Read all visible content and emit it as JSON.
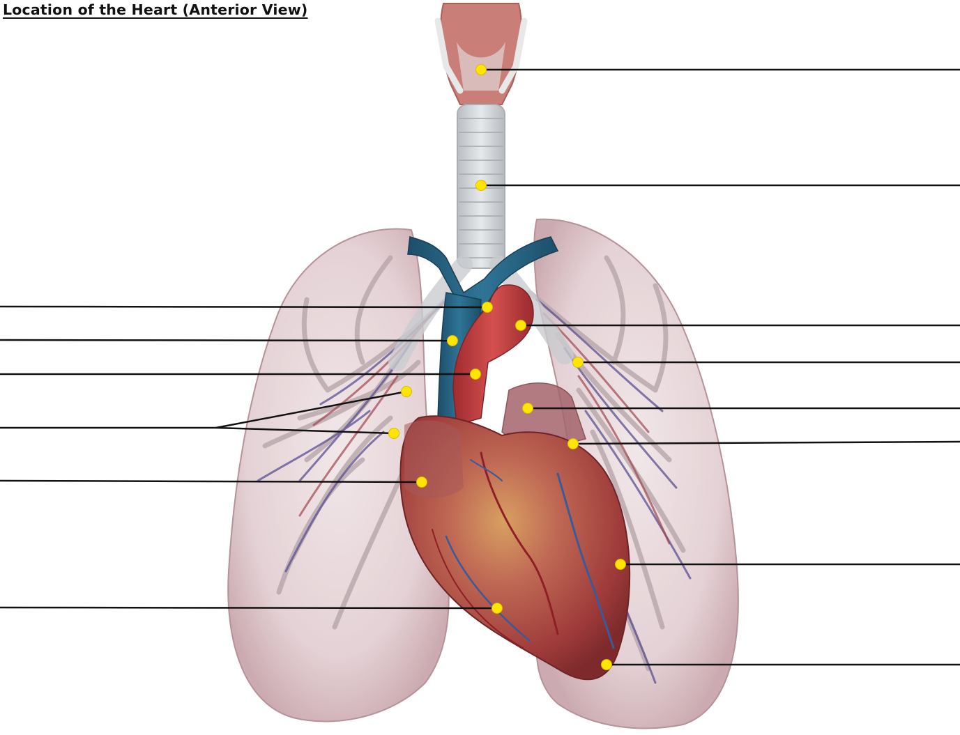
{
  "title": "Location of the Heart (Anterior View)",
  "colors": {
    "marker": "#ffe600",
    "leader_line": "#111111",
    "lung_tissue": "#eadfe2",
    "vena_cava": "#27607f",
    "aorta": "#c03a3e",
    "heart": "#b5524c",
    "trachea": "#d3d6d8"
  },
  "labels": [
    {
      "id": "larynx",
      "text": ""
    },
    {
      "id": "trachea",
      "text": ""
    },
    {
      "id": "right-brachiocephalic-region",
      "text": ""
    },
    {
      "id": "superior-vena-cava",
      "text": ""
    },
    {
      "id": "ascending-aorta",
      "text": ""
    },
    {
      "id": "right-pulmonary-veins",
      "text": ""
    },
    {
      "id": "right-atrium",
      "text": ""
    },
    {
      "id": "right-ventricle",
      "text": ""
    },
    {
      "id": "aortic-arch",
      "text": ""
    },
    {
      "id": "left-pulmonary-artery",
      "text": ""
    },
    {
      "id": "pulmonary-trunk",
      "text": ""
    },
    {
      "id": "left-auricle",
      "text": ""
    },
    {
      "id": "left-ventricle",
      "text": ""
    },
    {
      "id": "apex",
      "text": ""
    }
  ]
}
